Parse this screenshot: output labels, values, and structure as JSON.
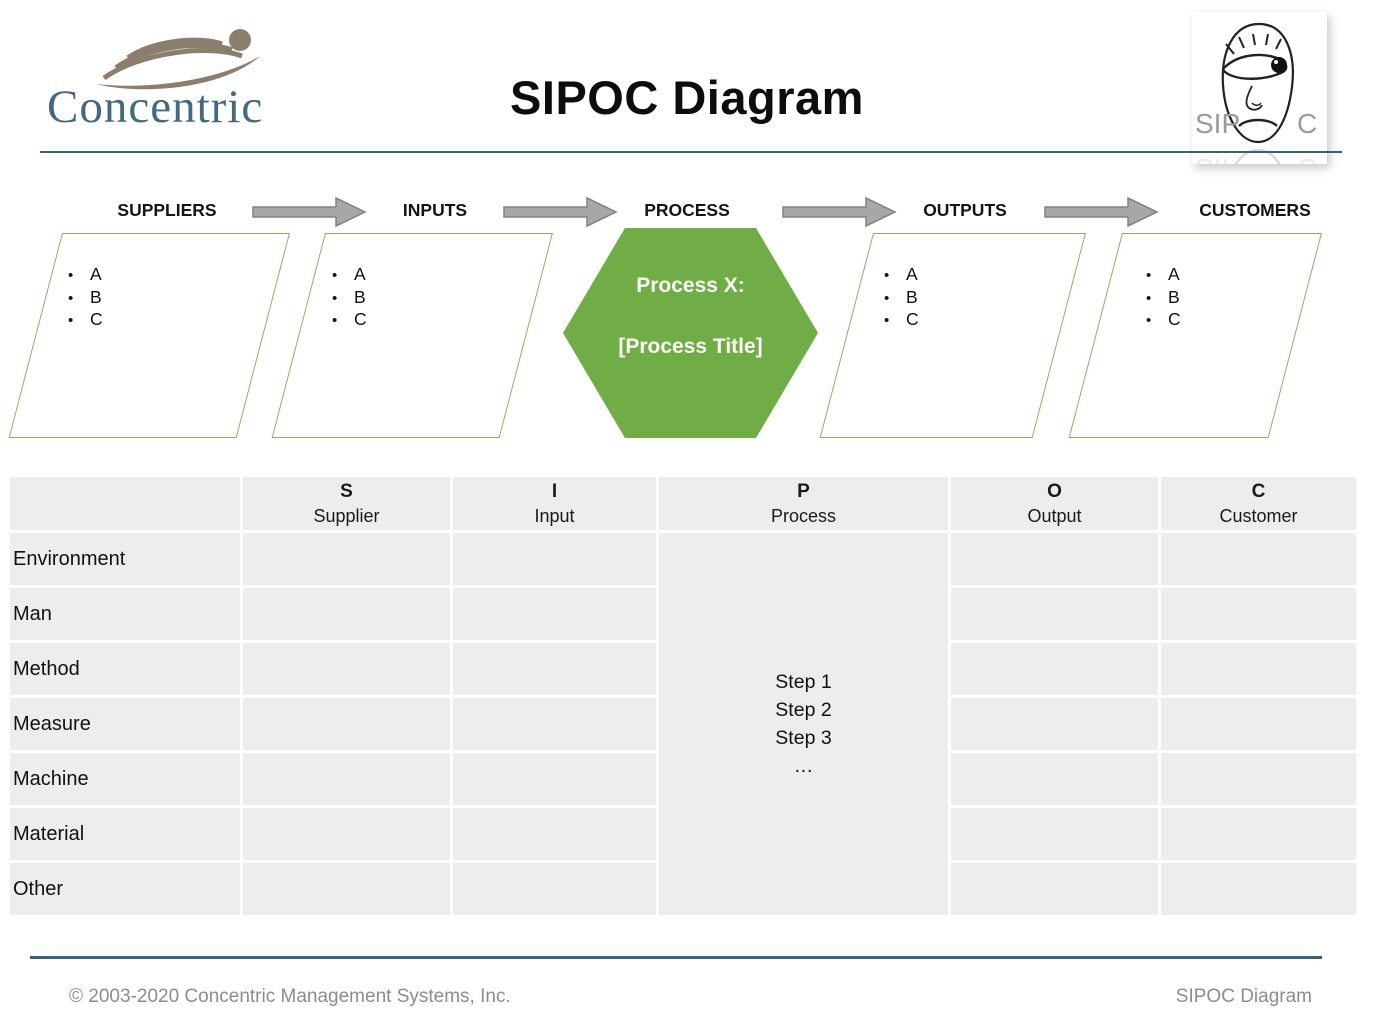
{
  "header": {
    "title": "SIPOC Diagram",
    "brand": {
      "name": "Concentric"
    },
    "logo_right": {
      "left_text": "SIP",
      "right_text": "C"
    }
  },
  "flow": {
    "stages": [
      {
        "label": "SUPPLIERS",
        "items": [
          "A",
          "B",
          "C"
        ]
      },
      {
        "label": "INPUTS",
        "items": [
          "A",
          "B",
          "C"
        ]
      },
      {
        "label": "PROCESS"
      },
      {
        "label": "OUTPUTS",
        "items": [
          "A",
          "B",
          "C"
        ]
      },
      {
        "label": "CUSTOMERS",
        "items": [
          "A",
          "B",
          "C"
        ]
      }
    ],
    "process": {
      "line1": "Process X:",
      "line2": "[Process Title]"
    }
  },
  "table": {
    "columns": [
      {
        "letter": "S",
        "word": "Supplier"
      },
      {
        "letter": "I",
        "word": "Input"
      },
      {
        "letter": "P",
        "word": "Process"
      },
      {
        "letter": "O",
        "word": "Output"
      },
      {
        "letter": "C",
        "word": "Customer"
      }
    ],
    "rows": [
      "Environment",
      "Man",
      "Method",
      "Measure",
      "Machine",
      "Material",
      "Other"
    ],
    "process_steps": [
      "Step 1",
      "Step 2",
      "Step 3",
      "…"
    ]
  },
  "footer": {
    "copyright": "© 2003-2020 Concentric Management Systems, Inc.",
    "right_label": "SIPOC Diagram"
  },
  "colors": {
    "green": "#70AD47",
    "green_border": "#84B15E",
    "arrow_fill": "#A7A7A7",
    "arrow_stroke": "#828282",
    "rule": "#3A607A",
    "cell": "#EDEDED",
    "muted": "#8C8C8C",
    "brand_swoosh": "#8B7E6C",
    "brand_text": "#44697E",
    "logo_text": "#9B9B9B"
  }
}
